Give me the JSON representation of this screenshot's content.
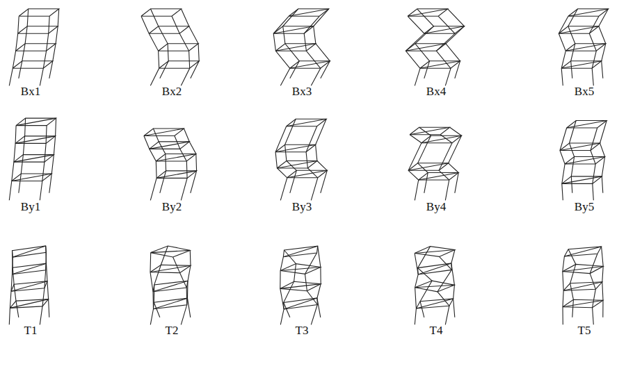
{
  "diagram": {
    "labels": [
      "Bx1",
      "Bx2",
      "Bx3",
      "Bx4",
      "Bx5",
      "By1",
      "By2",
      "By3",
      "By4",
      "By5",
      "T1",
      "T2",
      "T3",
      "T4",
      "T5"
    ]
  }
}
